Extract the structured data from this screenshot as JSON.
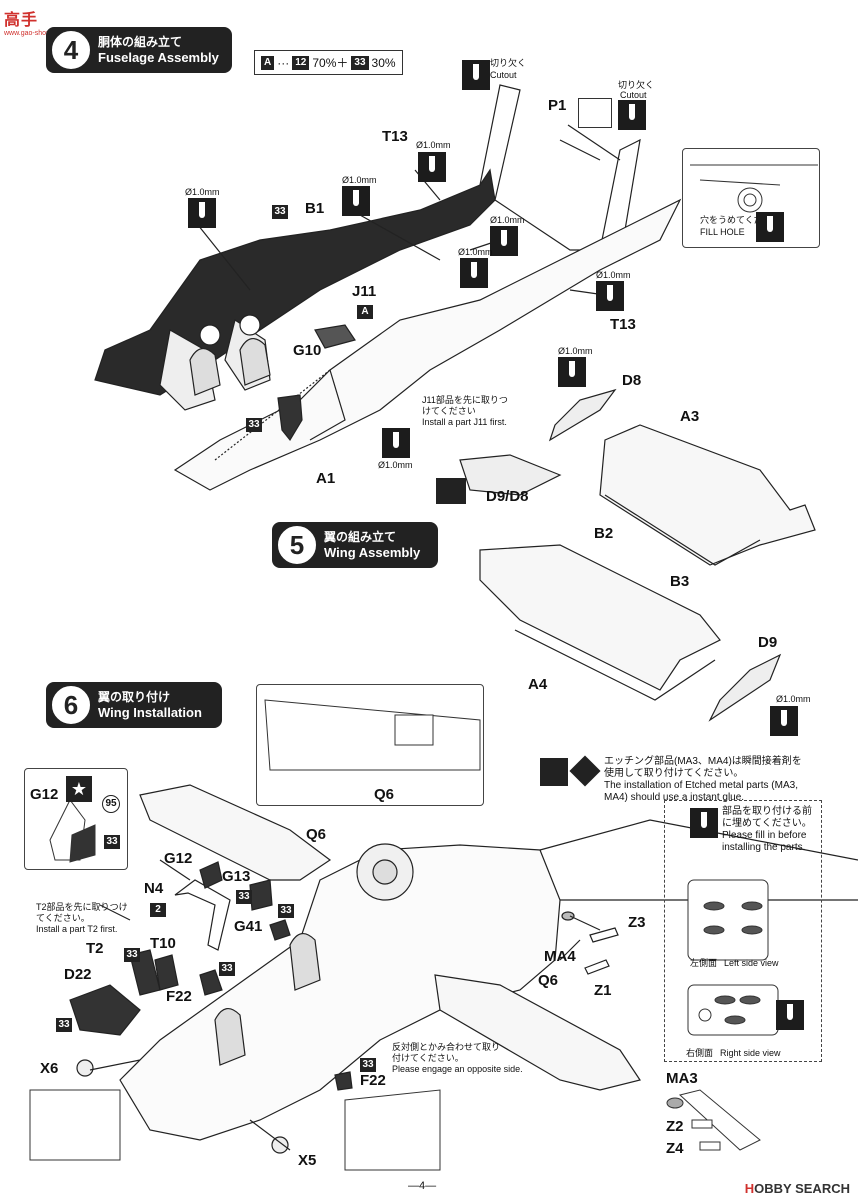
{
  "logo": {
    "text": "高手",
    "url": "www.gao-shou.com"
  },
  "step4": {
    "number": "4",
    "jp": "胴体の組み立て",
    "en": "Fuselage Assembly"
  },
  "step5": {
    "number": "5",
    "jp": "翼の組み立て",
    "en": "Wing Assembly"
  },
  "step6": {
    "number": "6",
    "jp": "翼の取り付け",
    "en": "Wing Installation"
  },
  "paint_mix": {
    "a": "A",
    "dots": "···",
    "c1": "12",
    "p1": "70%＋",
    "c2": "33",
    "p2": "30%"
  },
  "colors": {
    "ink": "#1c1c1c",
    "logo_red": "#d0312d"
  },
  "parts": {
    "p1": "P1",
    "t13a": "T13",
    "t13b": "T13",
    "b1": "B1",
    "j11": "J11",
    "g10": "G10",
    "a1": "A1",
    "d8": "D8",
    "a3": "A3",
    "d9d8": "D9/D8",
    "b2": "B2",
    "b3": "B3",
    "d9": "D9",
    "a4": "A4",
    "q6a": "Q6",
    "q6b": "Q6",
    "q6c": "Q6",
    "g12a": "G12",
    "g12b": "G12",
    "n4": "N4",
    "g13": "G13",
    "g41": "G41",
    "t2": "T2",
    "t10": "T10",
    "f22a": "F22",
    "d22": "D22",
    "x6": "X6",
    "x5": "X5",
    "f22b": "F22",
    "ma4": "MA4",
    "z3": "Z3",
    "z1": "Z1",
    "ma3": "MA3",
    "z2": "Z2",
    "z4": "Z4"
  },
  "badges": {
    "b33": "33",
    "b2": "2",
    "b95": "95",
    "a": "A"
  },
  "drill_sizes": {
    "d10": "Ø1.0mm"
  },
  "notes": {
    "cutout_jp": "切り欠く",
    "cutout_en": "Cutout",
    "fill_hole_jp": "穴をうめてください。",
    "fill_hole_en": "FILL HOLE",
    "j11_jp1": "J11部品を先に取りつ",
    "j11_jp2": "けてください",
    "j11_en": "Install a part J11 first.",
    "t2_jp1": "T2部品を先に取りつけ",
    "t2_jp2": "てください。",
    "t2_en": "Install a part T2 first.",
    "opp_jp1": "反対側とかみ合わせて取り",
    "opp_jp2": "付けてください。",
    "opp_en": "Please engage an opposite side.",
    "etch_jp1": "エッチング部品(MA3、MA4)は瞬間接着剤を",
    "etch_jp2": "使用して取り付けてください。",
    "etch_en1": "The installation of Etched metal parts (MA3,",
    "etch_en2": "MA4) should use a instant glue.",
    "fill_before_jp1": "部品を取り付ける前",
    "fill_before_jp2": "に埋めてください。",
    "fill_before_en1": "Please fill in before",
    "fill_before_en2": "installing the parts.",
    "left_jp": "左側面",
    "left_en": "Left side view",
    "right_jp": "右側面",
    "right_en": "Right side view"
  },
  "watermark": {
    "brand": "H",
    "rest": "OBBY SEARCH"
  },
  "page_number": "—4—"
}
